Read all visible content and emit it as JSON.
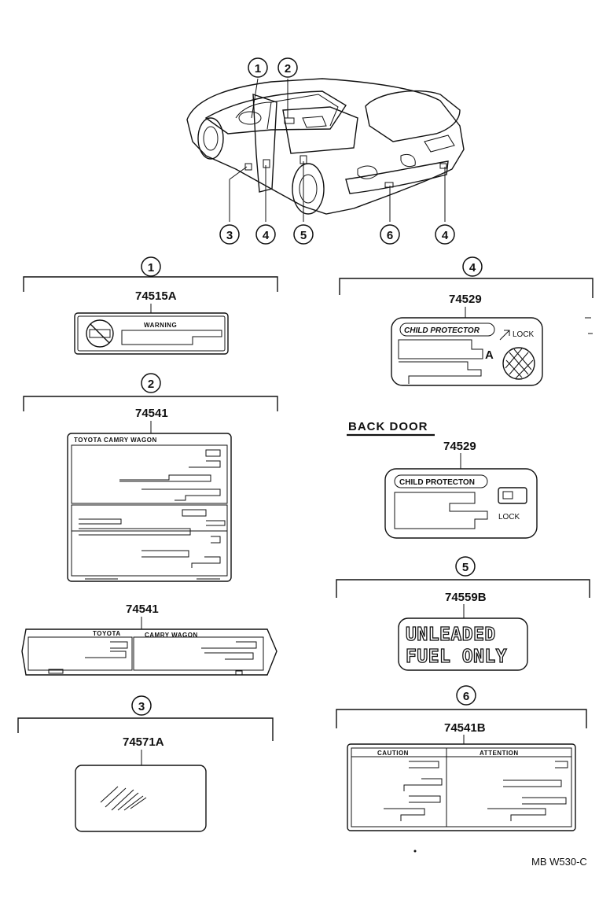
{
  "callouts": {
    "c1": "1",
    "c2": "2",
    "c3": "3",
    "c4": "4",
    "c5": "5",
    "c6": "6"
  },
  "parts": {
    "p1": "74515A",
    "p2a": "74541",
    "p2b": "74541",
    "p3": "74571A",
    "p4a": "74529",
    "p4b": "74529",
    "p5": "74559B",
    "p6": "74541B"
  },
  "labels": {
    "warning": "WARNING",
    "toyota_camry_wagon": "TOYOTA    CAMRY  WAGON",
    "toyota": "TOYOTA",
    "camry_wagon": "CAMRY  WAGON",
    "child_protector": "CHILD PROTECTOR",
    "child_protecton": "CHILD PROTECTON",
    "lock": "LOCK",
    "a_mark": "A",
    "back_door": "BACK DOOR",
    "unleaded": "UNLEADED",
    "fuel_only": "FUEL ONLY",
    "caution": "CAUTION",
    "attention": "ATTENTION"
  },
  "footer": {
    "code": "MB W530-C"
  }
}
